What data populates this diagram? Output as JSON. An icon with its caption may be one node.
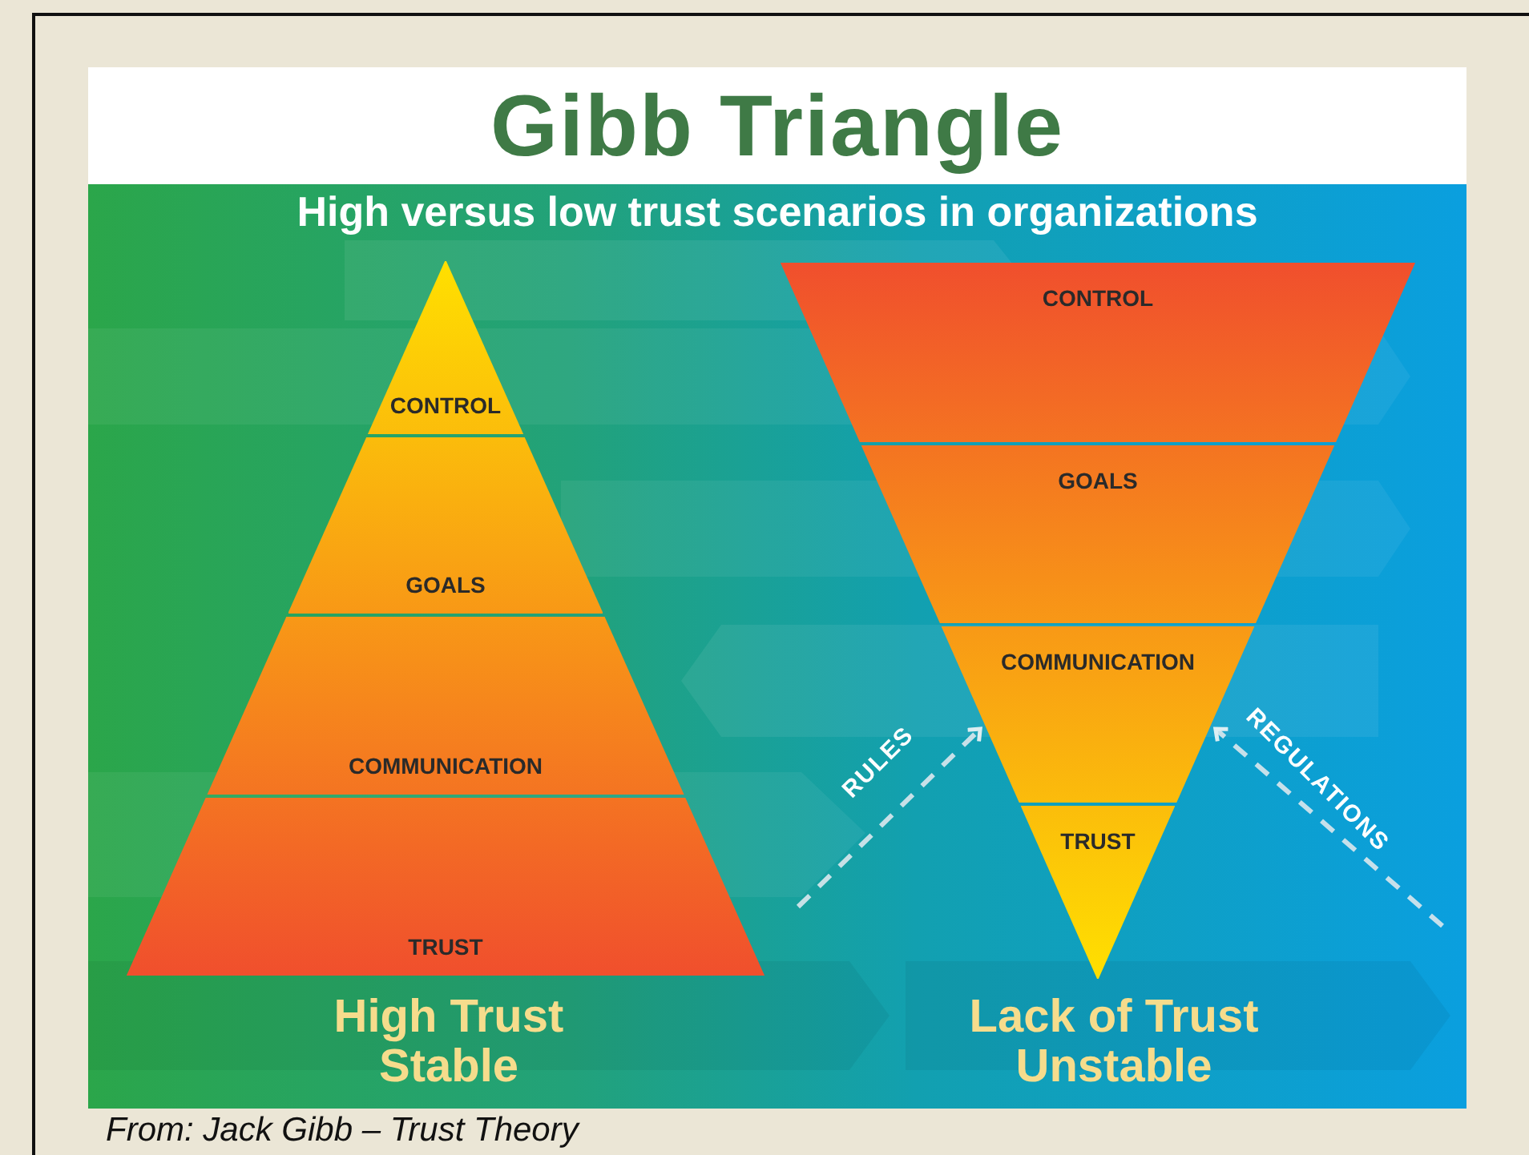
{
  "diagram": {
    "title": "Gibb Triangle",
    "nodes": [
      {
        "text": [
          "CONTROL"
        ]
      },
      {
        "text": [
          "GOALS"
        ]
      },
      {
        "text": [
          "COMMUNICATION"
        ]
      },
      {
        "text": [
          "TRUST"
        ]
      },
      {
        "text": [
          "CONTROL"
        ]
      },
      {
        "text": [
          "GOALS"
        ]
      },
      {
        "text": [
          "COMMUNICATION"
        ]
      },
      {
        "text": [
          "TRUST"
        ]
      }
    ],
    "edges": [
      {
        "from": null,
        "to": 6,
        "arrow": "to",
        "label": "RULES",
        "style": "dashed"
      },
      {
        "from": null,
        "to": 6,
        "arrow": "to",
        "label": "REGULATIONS",
        "style": "dashed"
      }
    ],
    "labels": [
      "High versus low trust scenarios in organizations",
      "High Trust Stable",
      "Lack of Trust Unstable"
    ],
    "caption": "From: Jack Gibb – Trust Theory"
  }
}
